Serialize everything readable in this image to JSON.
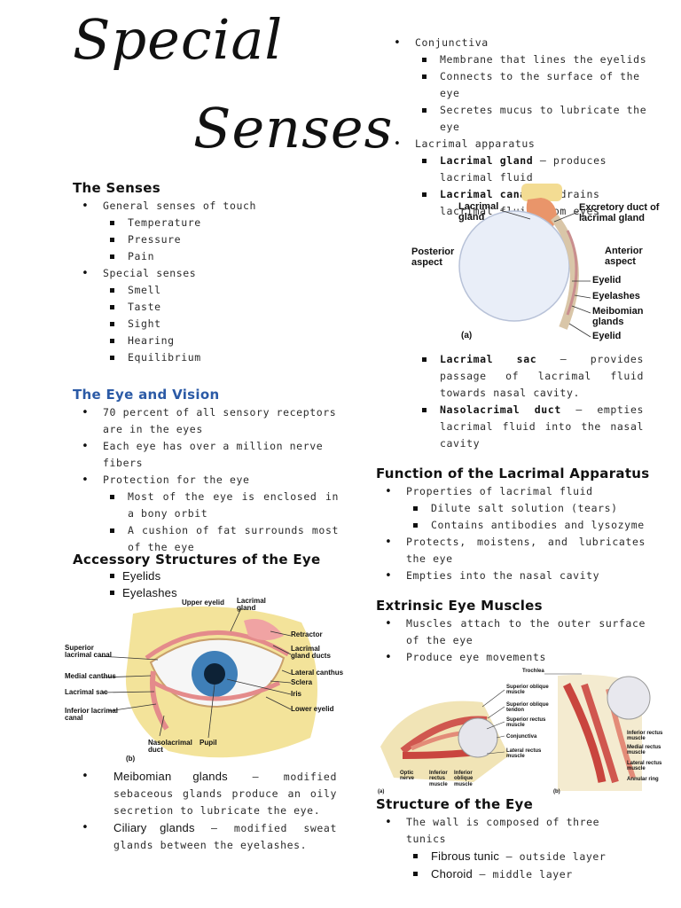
{
  "title": {
    "line1": "Special",
    "line2": "Senses"
  },
  "senses": {
    "heading": "The Senses",
    "general": "General senses of touch",
    "general_items": [
      "Temperature",
      "Pressure",
      "Pain"
    ],
    "special": "Special senses",
    "special_items": [
      "Smell",
      "Taste",
      "Sight",
      "Hearing",
      "Equilibrium"
    ]
  },
  "eye_vision": {
    "heading": "The Eye and Vision",
    "b1": "70 percent of all sensory receptors are in the eyes",
    "b2": "Each eye has over a million nerve fibers",
    "b3": "Protection for the eye",
    "s1": "Most of the eye is enclosed in a bony orbit",
    "s2": "A cushion of fat surrounds most of the eye"
  },
  "accessory": {
    "heading": "Accessory Structures of the Eye",
    "items": [
      "Eyelids",
      "Eyelashes"
    ],
    "fig_labels": {
      "upper_eyelid": "Upper eyelid",
      "lacrimal_gland": "Lacrimal gland",
      "retractor": "Retractor",
      "superior_lacrimal_canal": "Superior lacrimal canal",
      "lacrimal_gland_ducts": "Lacrimal gland ducts",
      "medial_canthus": "Medial canthus",
      "lateral_canthus": "Lateral canthus",
      "sclera": "Sclera",
      "lacrimal_sac": "Lacrimal sac",
      "iris": "Iris",
      "inferior_lacrimal_canal": "Inferior lacrimal canal",
      "lower_eyelid": "Lower eyelid",
      "nasolacrimal_duct": "Nasolacrimal duct",
      "pupil": "Pupil",
      "panel": "(b)"
    },
    "meibomian_term": "Meibomian glands",
    "meibomian_text": "– modified sebaceous glands produce an oily secretion to lubricate the eye.",
    "ciliary_term": "Ciliary glands",
    "ciliary_text": "– modified sweat glands between the eyelashes."
  },
  "conjunctiva": {
    "term": "Conjunctiva",
    "items": [
      "Membrane that lines the eyelids",
      "Connects to the surface of the eye",
      "Secretes mucus to lubricate the eye"
    ]
  },
  "lacrimal": {
    "term": "Lacrimal apparatus",
    "gland_term": "Lacrimal gland",
    "gland_text": "– produces lacrimal fluid",
    "canals_term": "Lacrimal canals",
    "canals_text": "– drains lacrimal fluid from eyes",
    "fig_labels": {
      "lacrimal_gland": "Lacrimal gland",
      "excretory_duct": "Excretory duct of lacrimal gland",
      "posterior": "Posterior aspect",
      "anterior": "Anterior aspect",
      "eyelid_top": "Eyelid",
      "eyelashes": "Eyelashes",
      "meibomian": "Meibomian glands",
      "eyelid_bottom": "Eyelid",
      "panel": "(a)"
    },
    "sac_term": "Lacrimal sac",
    "sac_text": "– provides passage of lacrimal fluid towards nasal cavity.",
    "naso_term": "Nasolacrimal duct",
    "naso_text": "– empties lacrimal fluid into the nasal cavity"
  },
  "function": {
    "heading": "Function of the Lacrimal Apparatus",
    "b1": "Properties of lacrimal fluid",
    "s1": "Dilute salt solution (tears)",
    "s2": "Contains antibodies and lysozyme",
    "b2": "Protects, moistens, and lubricates the eye",
    "b3": "Empties into the nasal cavity"
  },
  "extrinsic": {
    "heading": "Extrinsic Eye Muscles",
    "b1": "Muscles attach to the outer surface of the eye",
    "b2": "Produce eye movements",
    "fig_labels": {
      "trochlea": "Trochlea",
      "sup_oblique": "Superior oblique muscle",
      "sup_oblique_tendon": "Superior oblique tendon",
      "sup_rectus": "Superior rectus muscle",
      "conjunctiva": "Conjunctiva",
      "lat_rectus": "Lateral rectus muscle",
      "optic_nerve": "Optic nerve",
      "inf_rectus": "Inferior rectus muscle",
      "inf_oblique": "Inferior oblique muscle",
      "inf_rectus_b": "Inferior rectus muscle",
      "medial_rectus": "Medial rectus muscle",
      "lateral_rectus_b": "Lateral rectus muscle",
      "annular_ring": "Annular ring",
      "panel_a": "(a)",
      "panel_b": "(b)"
    }
  },
  "structure": {
    "heading": "Structure of the Eye",
    "b1": "The wall is composed of three tunics",
    "fibrous_term": "Fibrous tunic",
    "fibrous_text": "– outside layer",
    "choroid_term": "Choroid",
    "choroid_text": "– middle layer"
  }
}
